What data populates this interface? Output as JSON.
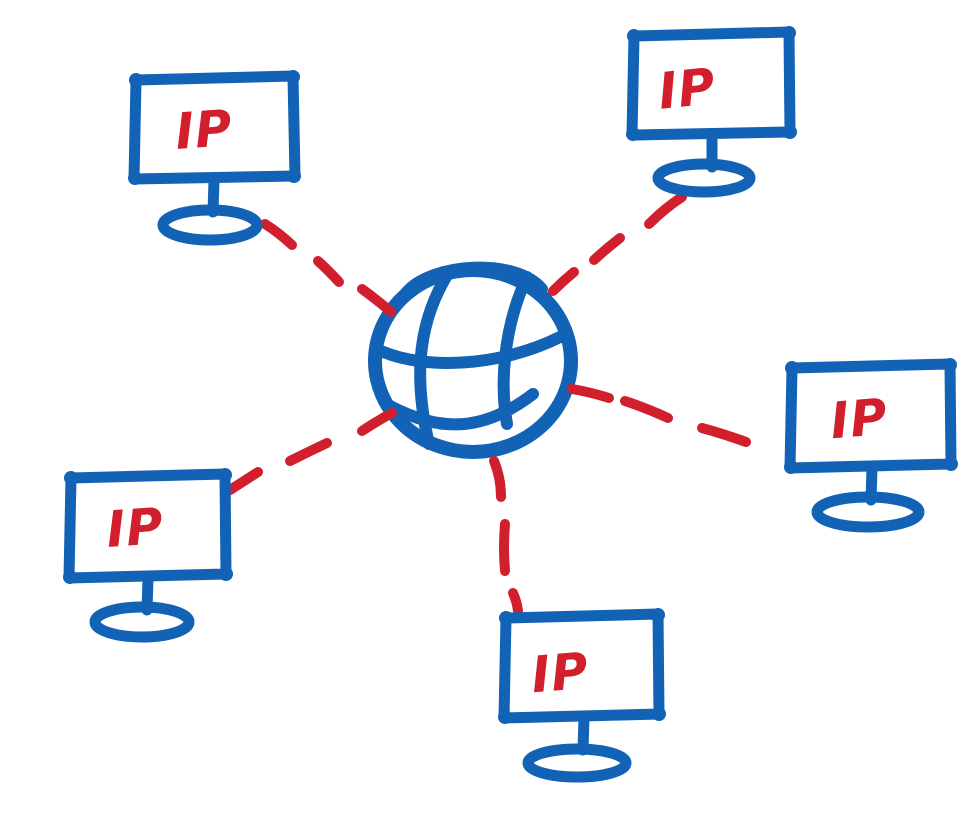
{
  "diagram": {
    "kind": "hand-drawn network sketch",
    "center_node": {
      "icon": "globe"
    },
    "monitors": [
      {
        "position": "top-left",
        "label": "IP"
      },
      {
        "position": "top-right",
        "label": "IP"
      },
      {
        "position": "right",
        "label": "IP"
      },
      {
        "position": "bottom-left",
        "label": "IP"
      },
      {
        "position": "bottom-center",
        "label": "IP"
      }
    ],
    "connections": [
      {
        "from": "globe",
        "to": "monitor-top-left",
        "style": "dashed"
      },
      {
        "from": "globe",
        "to": "monitor-top-right",
        "style": "dashed"
      },
      {
        "from": "globe",
        "to": "monitor-right",
        "style": "dashed"
      },
      {
        "from": "globe",
        "to": "monitor-bottom-left",
        "style": "dashed"
      },
      {
        "from": "globe",
        "to": "monitor-bottom-center",
        "style": "dashed"
      }
    ]
  },
  "colors": {
    "blue": "#1262b5",
    "red": "#d21f2e",
    "background": "#ffffff"
  }
}
